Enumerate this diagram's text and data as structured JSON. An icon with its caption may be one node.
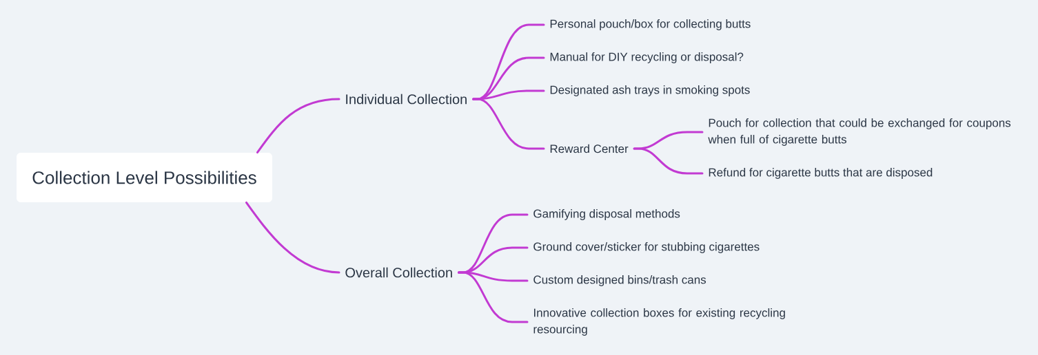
{
  "diagram": {
    "nodes": [
      {
        "text": [
          "Collection Level Possibilities"
        ]
      },
      {
        "text": [
          "Individual Collection"
        ]
      },
      {
        "text": [
          "Personal pouch/box for collecting butts"
        ]
      },
      {
        "text": [
          "Manual for DIY recycling or disposal?"
        ]
      },
      {
        "text": [
          "Designated ash trays in smoking spots"
        ]
      },
      {
        "text": [
          "Reward Center"
        ]
      },
      {
        "text": [
          "Pouch for collection that could be exchanged for coupons when full of cigarette butts"
        ]
      },
      {
        "text": [
          "Refund for cigarette butts that are disposed"
        ]
      },
      {
        "text": [
          "Overall Collection"
        ]
      },
      {
        "text": [
          "Gamifying disposal methods"
        ]
      },
      {
        "text": [
          "Ground cover/sticker for stubbing cigarettes"
        ]
      },
      {
        "text": [
          "Custom designed bins/trash cans"
        ]
      },
      {
        "text": [
          "Innovative collection boxes for existing recycling resourcing"
        ]
      }
    ],
    "edges": [
      {
        "from": 0,
        "to": 1,
        "arrow": "none"
      },
      {
        "from": 1,
        "to": 2,
        "arrow": "none"
      },
      {
        "from": 1,
        "to": 3,
        "arrow": "none"
      },
      {
        "from": 1,
        "to": 4,
        "arrow": "none"
      },
      {
        "from": 1,
        "to": 5,
        "arrow": "none"
      },
      {
        "from": 5,
        "to": 6,
        "arrow": "none"
      },
      {
        "from": 5,
        "to": 7,
        "arrow": "none"
      },
      {
        "from": 0,
        "to": 8,
        "arrow": "none"
      },
      {
        "from": 8,
        "to": 9,
        "arrow": "none"
      },
      {
        "from": 8,
        "to": 10,
        "arrow": "none"
      },
      {
        "from": 8,
        "to": 11,
        "arrow": "none"
      },
      {
        "from": 8,
        "to": 12,
        "arrow": "none"
      }
    ]
  }
}
